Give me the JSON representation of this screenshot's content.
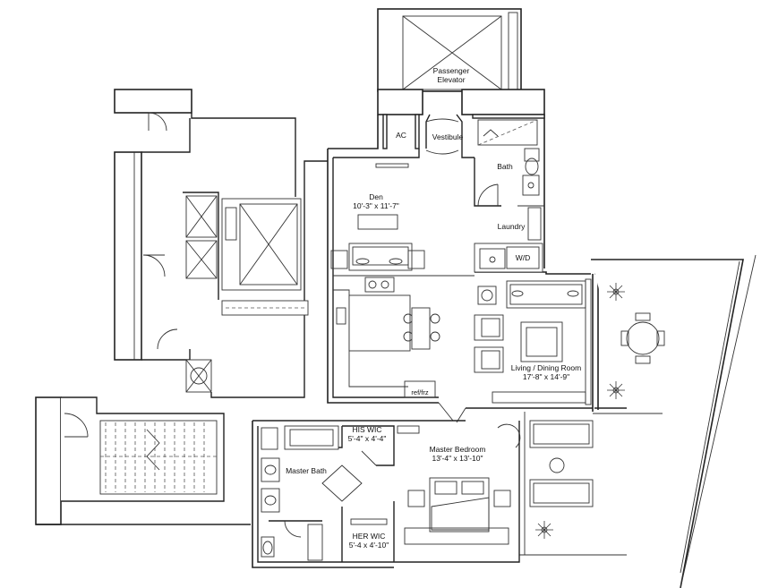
{
  "rooms": {
    "elevator": {
      "line1": "Passenger",
      "line2": "Elevator"
    },
    "ac": "AC",
    "vestibule": "Vestibule",
    "bath": "Bath",
    "den": {
      "name": "Den",
      "dims": "10'-3\" x 11'-7\""
    },
    "laundry": "Laundry",
    "wd": "W/D",
    "living": {
      "name": "Living / Dining Room",
      "dims": "17'-8\" x 14'-9\""
    },
    "ref": "ref/frz",
    "his_wic": {
      "name": "HIS WIC",
      "dims": "5'-4\" x 4'-4\""
    },
    "master_bedroom": {
      "name": "Master Bedroom",
      "dims": "13'-4\" x 13'-10\""
    },
    "master_bath": "Master Bath",
    "her_wic": {
      "name": "HER WIC",
      "dims": "5'-4 x 4'-10\""
    }
  }
}
